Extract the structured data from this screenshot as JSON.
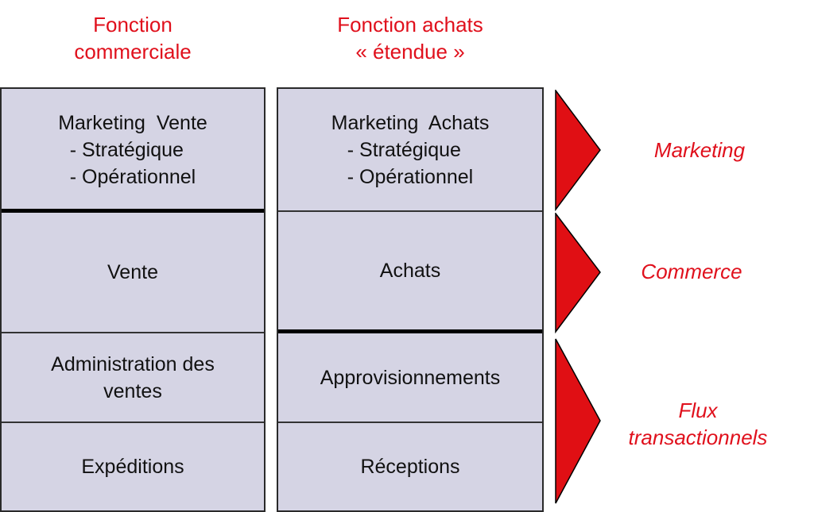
{
  "columns": [
    {
      "title": "Fonction\ncommerciale",
      "cells": [
        {
          "heading": "Marketing  Vente",
          "lines": [
            "- Stratégique",
            "- Opérationnel"
          ]
        },
        {
          "text": "Vente"
        },
        {
          "text": "Administration  des\nventes"
        },
        {
          "text": "Expéditions"
        }
      ]
    },
    {
      "title": "Fonction achats\n« étendue »",
      "cells": [
        {
          "heading": "Marketing  Achats",
          "lines": [
            "- Stratégique",
            "- Opérationnel"
          ]
        },
        {
          "text": "Achats"
        },
        {
          "text": "Approvisionnements"
        },
        {
          "text": "Réceptions"
        }
      ]
    }
  ],
  "categories": [
    {
      "label": "Marketing"
    },
    {
      "label": "Commerce"
    },
    {
      "label": "Flux\ntransactionnels"
    }
  ],
  "colors": {
    "title": "#e0101c",
    "cell_fill": "#d5d4e4",
    "arrow_fill": "#e00f14",
    "border": "#2a2a2a"
  }
}
